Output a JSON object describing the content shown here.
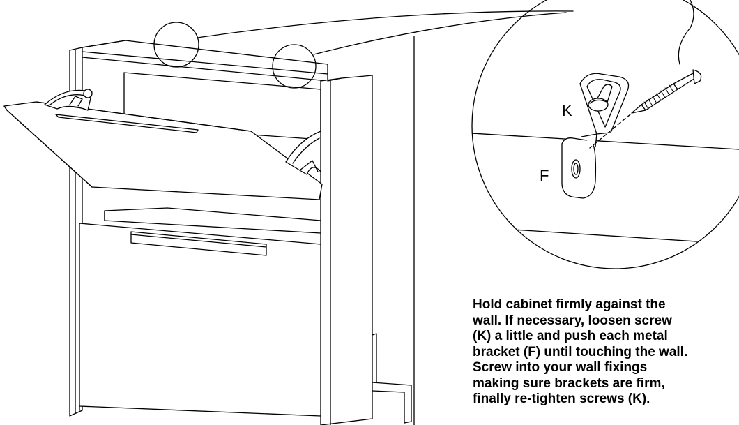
{
  "labels": {
    "screw": "K",
    "bracket": "F"
  },
  "instructions": [
    "Hold cabinet firmly against the",
    "wall. If necessary, loosen screw",
    "(K) a little and push each metal",
    "bracket (F) until touching the wall.",
    "Screw into your wall fixings",
    "making sure brackets are firm,",
    "finally re-tighten screws (K)."
  ]
}
